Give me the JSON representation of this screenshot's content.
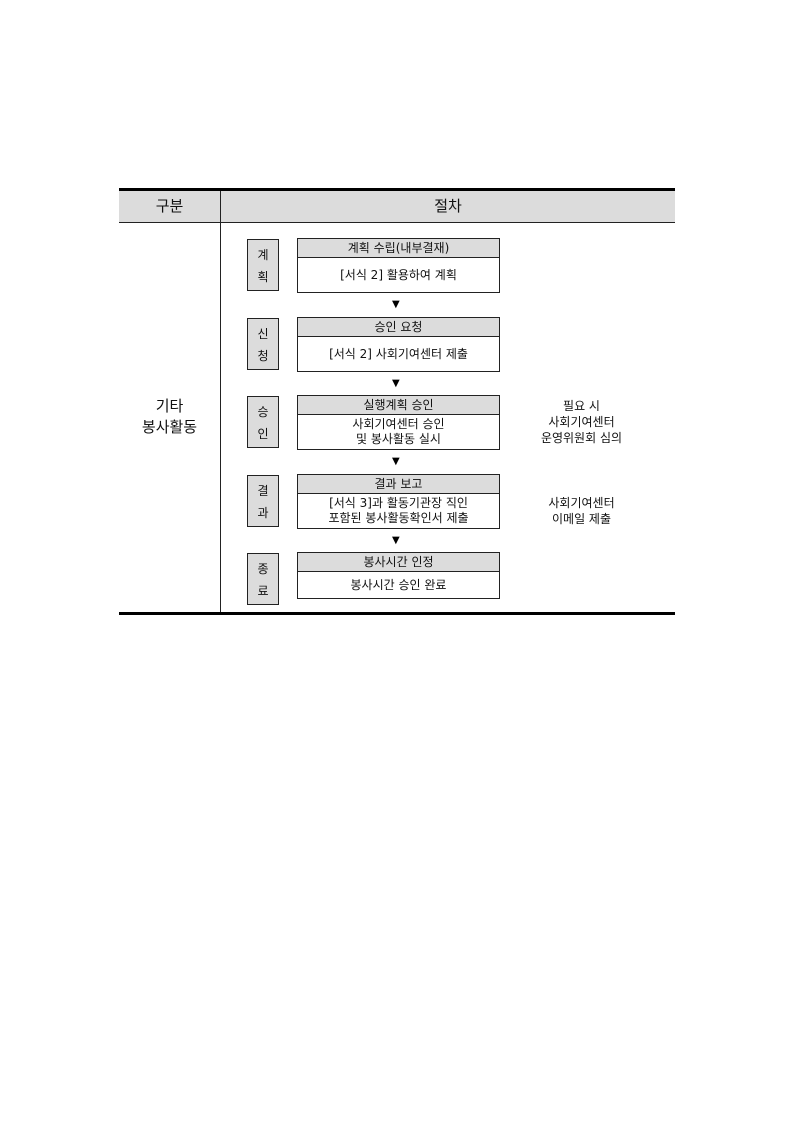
{
  "table": {
    "header": {
      "category": "구분",
      "procedure": "절차"
    },
    "category": {
      "line1": "기타",
      "line2": "봉사활동"
    },
    "steps": [
      {
        "tag": [
          "계",
          "획"
        ],
        "title": "계획 수립(내부결재)",
        "body": [
          "[서식 2] 활용하여 계획"
        ],
        "note": []
      },
      {
        "tag": [
          "신",
          "청"
        ],
        "title": "승인 요청",
        "body": [
          "[서식 2] 사회기여센터 제출"
        ],
        "note": []
      },
      {
        "tag": [
          "승",
          "인"
        ],
        "title": "실행계획 승인",
        "body": [
          "사회기여센터 승인",
          "및 봉사활동 실시"
        ],
        "note": [
          "필요 시",
          "사회기여센터",
          "운영위원회 심의"
        ]
      },
      {
        "tag": [
          "결",
          "과"
        ],
        "title": "결과 보고",
        "body": [
          "[서식 3]과 활동기관장 직인",
          "포함된 봉사활동확인서 제출"
        ],
        "note": [
          "사회기여센터",
          "이메일 제출"
        ]
      },
      {
        "tag": [
          "종",
          "료"
        ],
        "title": "봉사시간 인정",
        "body": [
          "봉사시간 승인 완료"
        ],
        "note": []
      }
    ],
    "arrow_glyph": "▼"
  }
}
